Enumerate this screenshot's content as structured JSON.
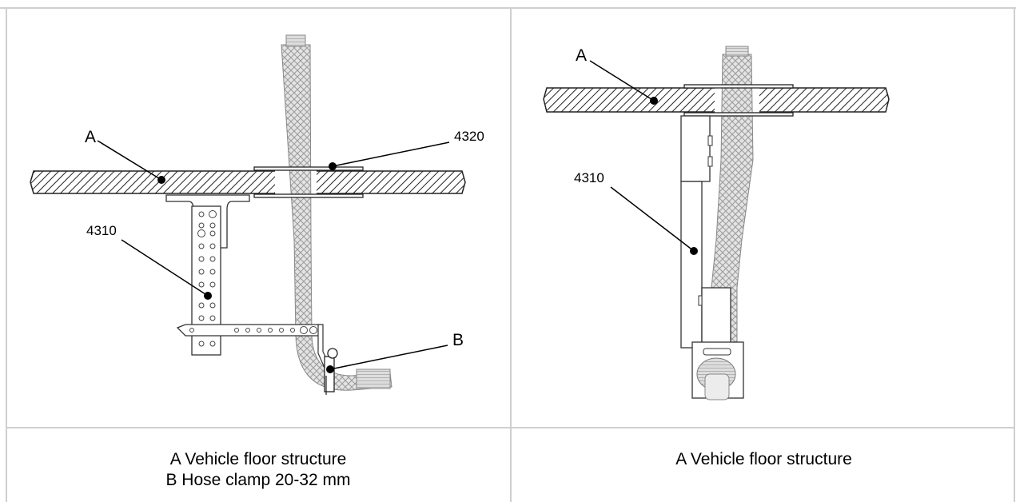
{
  "left_figure": {
    "callouts": {
      "a": "A",
      "c4320": "4320",
      "c4310": "4310",
      "b": "B"
    },
    "caption": [
      "A Vehicle floor structure",
      "B Hose clamp 20-32 mm"
    ]
  },
  "right_figure": {
    "callouts": {
      "a": "A",
      "c4310": "4310"
    },
    "caption": [
      "A Vehicle floor structure"
    ]
  }
}
